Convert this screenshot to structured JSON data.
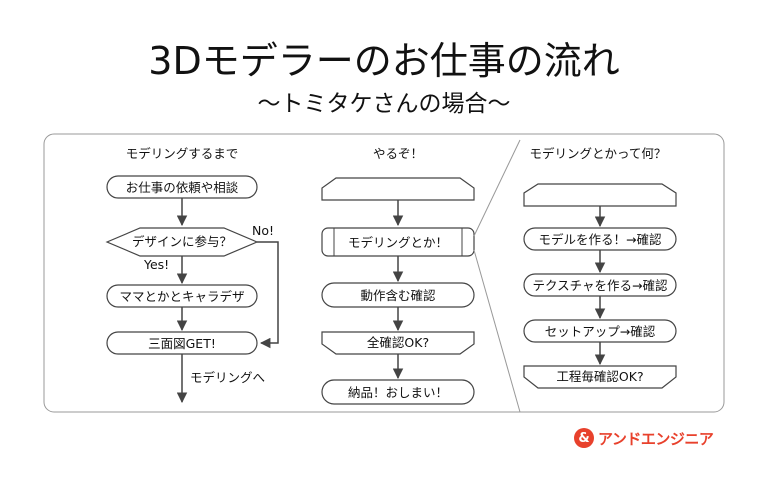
{
  "header": {
    "title": "3Dモデラーのお仕事の流れ",
    "subtitle": "〜トミタケさんの場合〜"
  },
  "columns": {
    "left": {
      "heading": "モデリングするまで",
      "nodes": [
        "お仕事の依頼や相談",
        "デザインに参与？",
        "ママとかとキャラデザ",
        "三面図GET!"
      ],
      "yes_label": "Yes!",
      "no_label": "No!",
      "end_label": "モデリングへ"
    },
    "middle": {
      "heading": "やるぞ！",
      "nodes": [
        "モデリングとか！",
        "動作含む確認",
        "全確認OK?",
        "納品！おしまい！"
      ]
    },
    "right": {
      "heading": "モデリングとかって何？",
      "nodes": [
        "モデルを作る！→確認",
        "テクスチャを作る→確認",
        "セットアップ→確認",
        "工程毎確認OK?"
      ]
    }
  },
  "logo": {
    "mark": "&",
    "text": "アンドエンジニア",
    "color": "#e8412c"
  }
}
